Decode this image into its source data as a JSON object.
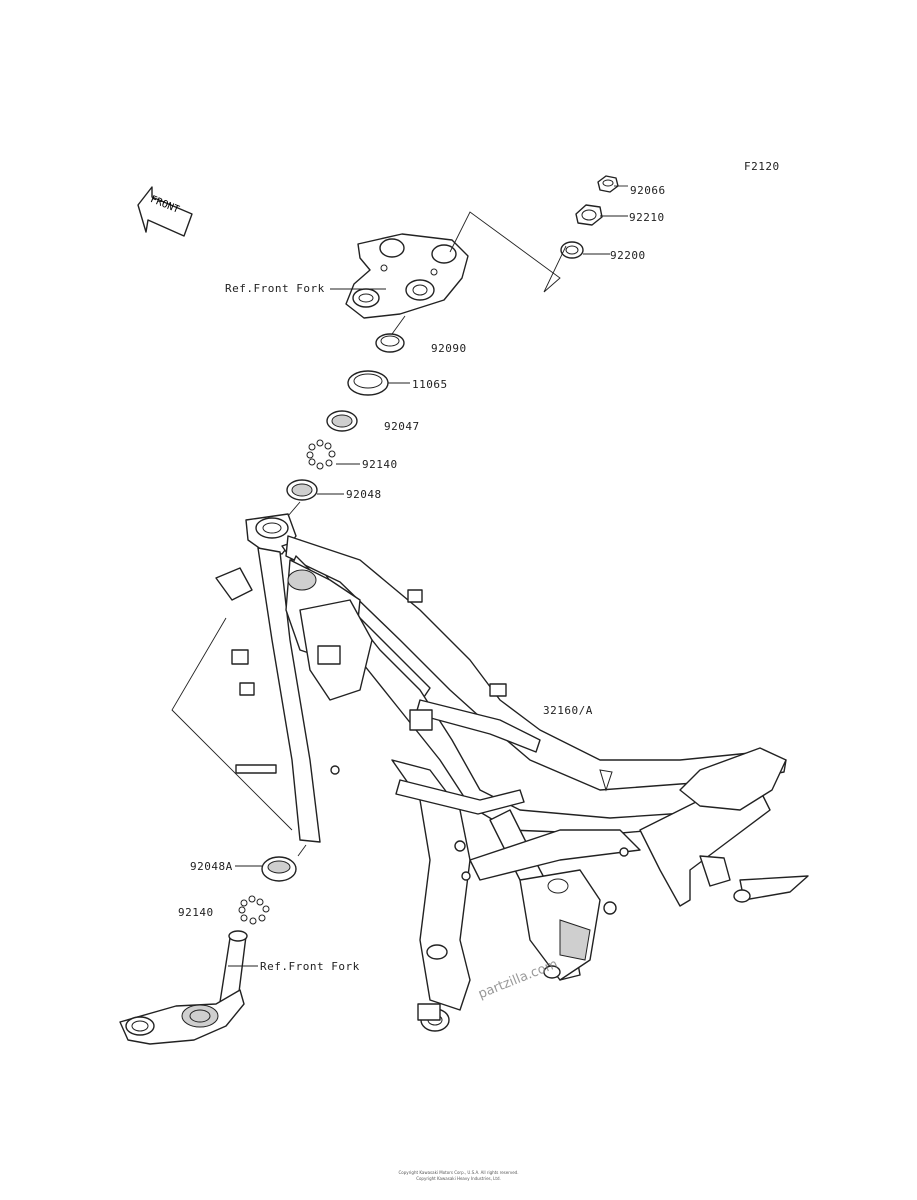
{
  "diagram_code": "F2120",
  "front_arrow": "FRONT",
  "callouts": {
    "p92066": "92066",
    "p92210": "92210",
    "p92200": "92200",
    "ref_front_fork_top": "Ref.Front Fork",
    "p92090": "92090",
    "p11065": "11065",
    "p92047": "92047",
    "p92140_top": "92140",
    "p92048": "92048",
    "p32160A": "32160/A",
    "p92048A": "92048A",
    "p92140_bottom": "92140",
    "ref_front_fork_bottom": "Ref.Front Fork"
  },
  "watermark": "partzilla.com",
  "footer": {
    "line1": "Copyright Kawasaki Motors Corp., U.S.A. All rights reserved.",
    "line2": "Copyright Kawasaki Heavy Industries, Ltd."
  }
}
